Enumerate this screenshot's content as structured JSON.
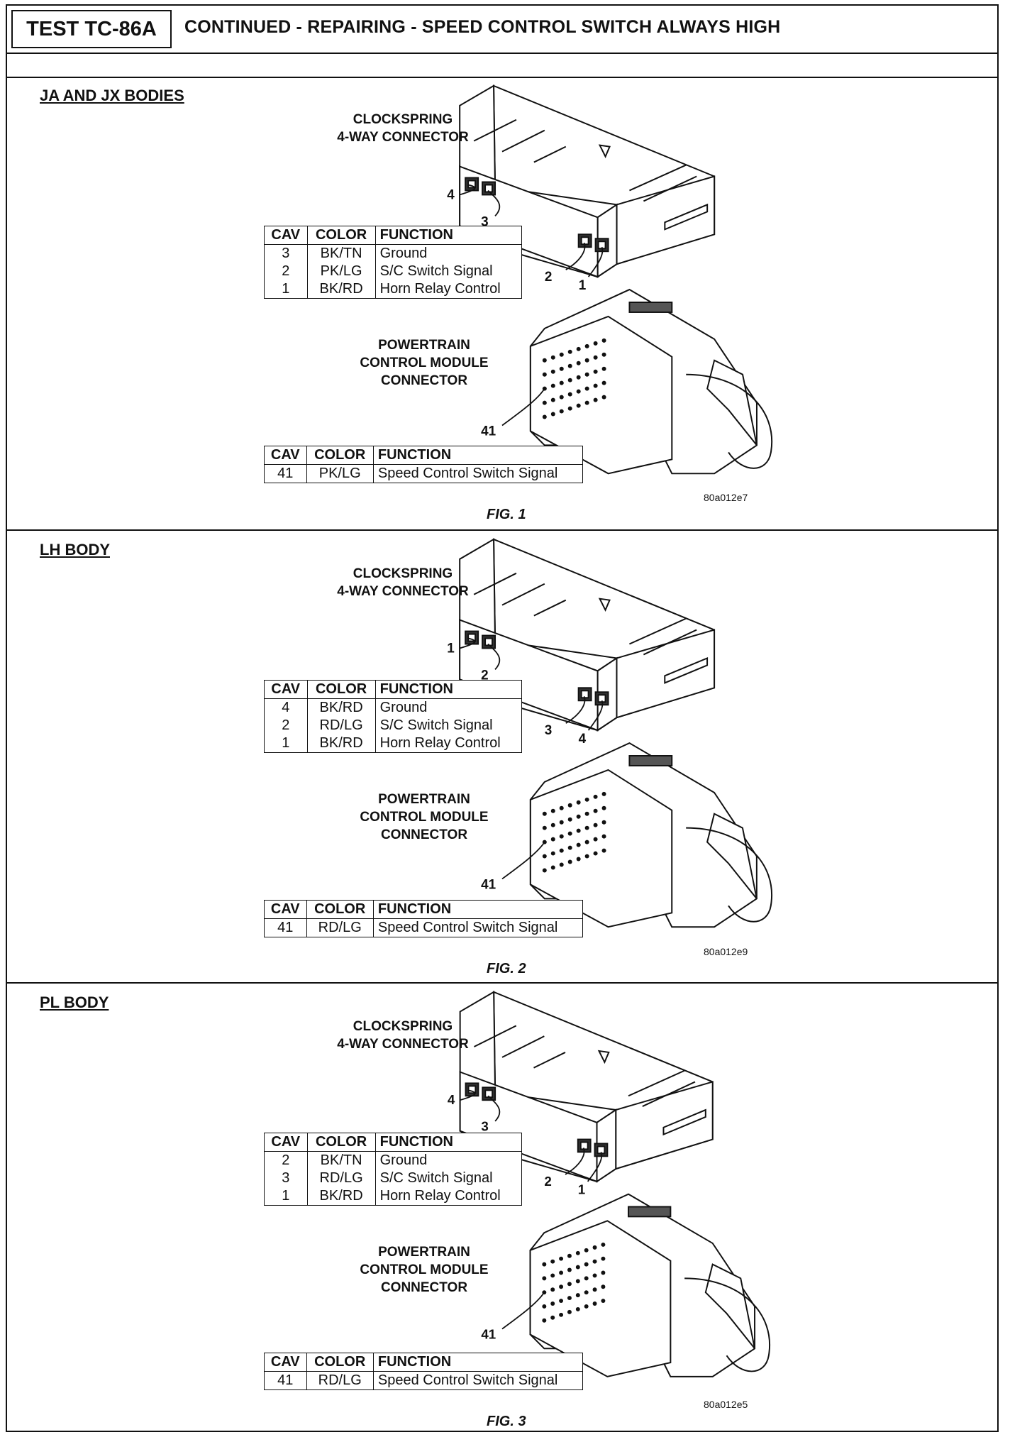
{
  "header": {
    "test_id": "TEST TC-86A",
    "title": "CONTINUED - REPAIRING - SPEED CONTROL SWITCH ALWAYS HIGH"
  },
  "common": {
    "clockspring_label_line1": "CLOCKSPRING",
    "clockspring_label_line2": "4-WAY CONNECTOR",
    "pcm_label_line1": "POWERTRAIN",
    "pcm_label_line2": "CONTROL MODULE",
    "pcm_label_line3": "CONNECTOR",
    "col_cav": "CAV",
    "col_color": "COLOR",
    "col_function": "FUNCTION"
  },
  "sections": [
    {
      "body": "JA AND JX BODIES",
      "callouts": {
        "top_left": "4",
        "top_right": "3",
        "bottom_left": "2",
        "bottom_right": "1",
        "pcm_pin": "41"
      },
      "clockspring_rows": [
        {
          "cav": "3",
          "color": "BK/TN",
          "function": "Ground"
        },
        {
          "cav": "2",
          "color": "PK/LG",
          "function": "S/C Switch Signal"
        },
        {
          "cav": "1",
          "color": "BK/RD",
          "function": "Horn Relay Control"
        }
      ],
      "pcm_row": {
        "cav": "41",
        "color": "PK/LG",
        "function": "Speed Control Switch Signal"
      },
      "fig_code": "80a012e7",
      "fig_label": "FIG. 1"
    },
    {
      "body": "LH BODY",
      "callouts": {
        "top_left": "1",
        "top_right": "2",
        "bottom_left": "3",
        "bottom_right": "4",
        "pcm_pin": "41"
      },
      "clockspring_rows": [
        {
          "cav": "4",
          "color": "BK/RD",
          "function": "Ground"
        },
        {
          "cav": "2",
          "color": "RD/LG",
          "function": "S/C Switch Signal"
        },
        {
          "cav": "1",
          "color": "BK/RD",
          "function": "Horn Relay Control"
        }
      ],
      "pcm_row": {
        "cav": "41",
        "color": "RD/LG",
        "function": "Speed Control Switch Signal"
      },
      "fig_code": "80a012e9",
      "fig_label": "FIG. 2"
    },
    {
      "body": "PL BODY",
      "callouts": {
        "top_left": "4",
        "top_right": "3",
        "bottom_left": "2",
        "bottom_right": "1",
        "pcm_pin": "41"
      },
      "clockspring_rows": [
        {
          "cav": "2",
          "color": "BK/TN",
          "function": "Ground"
        },
        {
          "cav": "3",
          "color": "RD/LG",
          "function": "S/C Switch Signal"
        },
        {
          "cav": "1",
          "color": "BK/RD",
          "function": "Horn Relay Control"
        }
      ],
      "pcm_row": {
        "cav": "41",
        "color": "RD/LG",
        "function": "Speed Control Switch Signal"
      },
      "fig_code": "80a012e5",
      "fig_label": "FIG. 3"
    }
  ]
}
